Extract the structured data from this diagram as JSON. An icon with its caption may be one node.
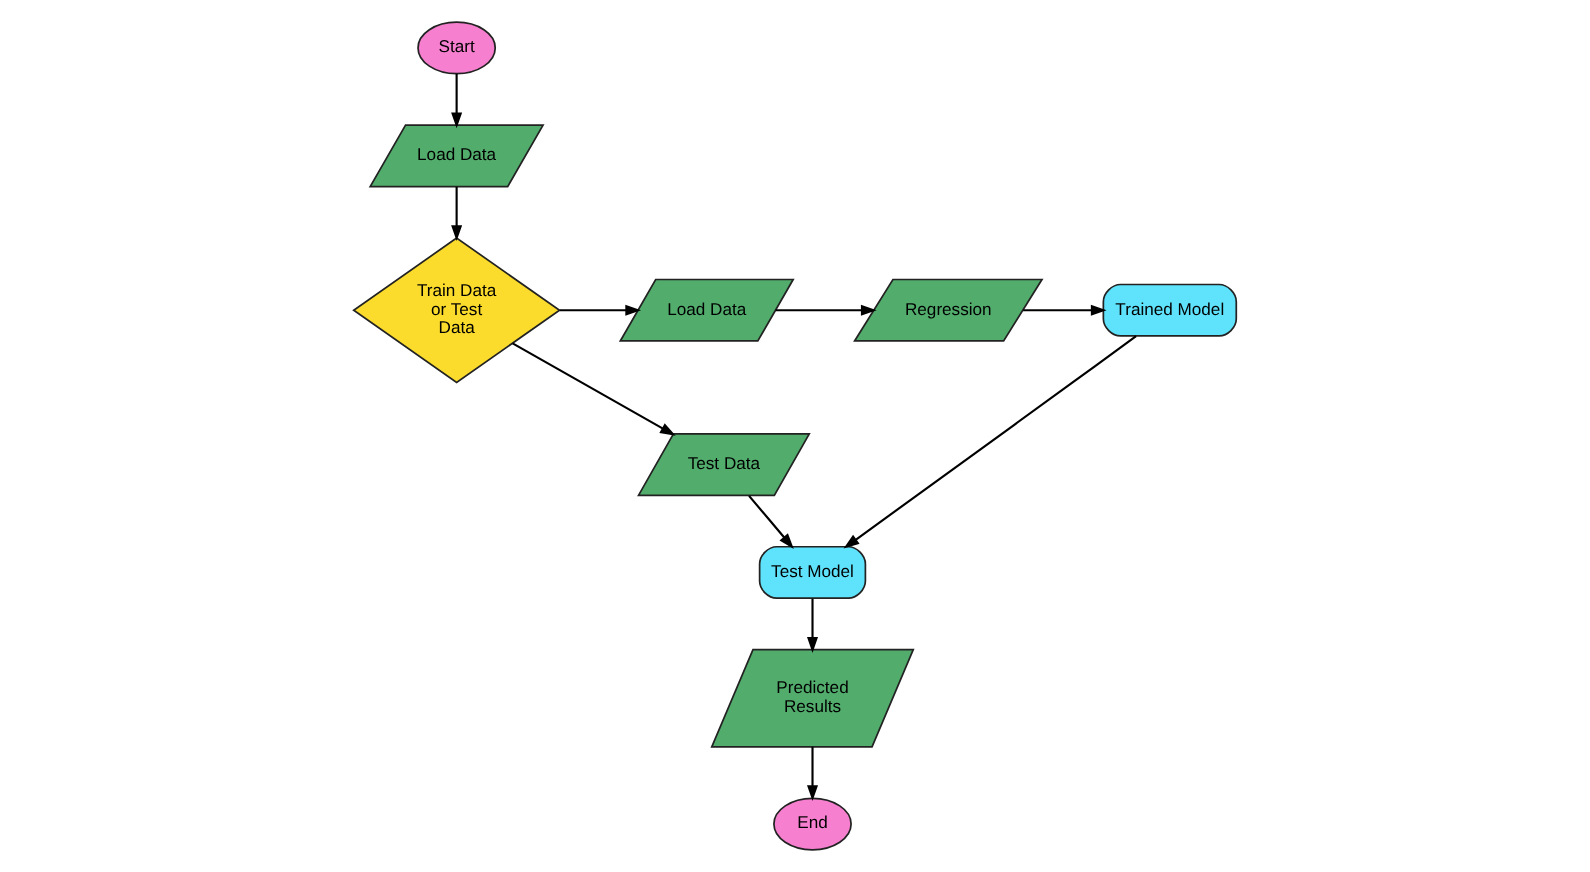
{
  "diagram": {
    "nodes": [
      {
        "text": [
          "Start"
        ]
      },
      {
        "text": [
          "Load Data"
        ]
      },
      {
        "text": [
          "Train Data or Test Data"
        ]
      },
      {
        "text": [
          "Test Data"
        ]
      },
      {
        "text": [
          "Load Data"
        ]
      },
      {
        "text": [
          "Regression"
        ]
      },
      {
        "text": [
          "Trained Model"
        ]
      },
      {
        "text": [
          "Test Model"
        ]
      },
      {
        "text": [
          "Predicted Results"
        ]
      },
      {
        "text": [
          "End"
        ]
      }
    ],
    "edges": [
      {
        "from": 0,
        "to": 1,
        "arrow": "to"
      },
      {
        "from": 1,
        "to": 2,
        "arrow": "to"
      },
      {
        "from": 2,
        "to": 4,
        "arrow": "to"
      },
      {
        "from": 2,
        "to": 3,
        "arrow": "to"
      },
      {
        "from": 4,
        "to": 5,
        "arrow": "to"
      },
      {
        "from": 5,
        "to": 6,
        "arrow": "to"
      },
      {
        "from": 6,
        "to": 7,
        "arrow": "to"
      },
      {
        "from": 3,
        "to": 7,
        "arrow": "to"
      },
      {
        "from": 7,
        "to": 8,
        "arrow": "to"
      },
      {
        "from": 8,
        "to": 9,
        "arrow": "to"
      }
    ]
  }
}
